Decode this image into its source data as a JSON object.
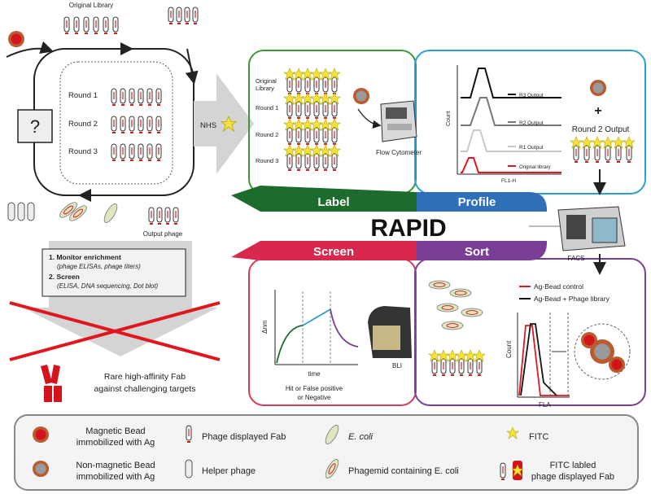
{
  "left_cycle": {
    "original_library": "Original Library",
    "rounds": [
      "Round 1",
      "Round 2",
      "Round 3"
    ],
    "question_mark": "?",
    "output_phage": "Output phage",
    "monitor_title": "1. Monitor enrichment",
    "monitor_detail": "(phage ELISAs, phage titers)",
    "screen_title": "2. Screen",
    "screen_detail": "(ELISA, DNA sequencing, Dot blot)",
    "fab_caption_line1": "Rare high-affinity Fab",
    "fab_caption_line2": "against challenging targets"
  },
  "nhs_label": "NHS",
  "rapid_title": "RAPID",
  "label_panel": {
    "band": "Label",
    "original_library": "Original",
    "original_library_2": "Library",
    "rounds": [
      "Round 1",
      "Round 2",
      "Round 3"
    ],
    "instrument": "Flow Cytometer",
    "color": "#3a9a3a",
    "band_color": "#1e6b2e"
  },
  "profile_panel": {
    "band": "Profile",
    "legend": [
      "R3 Output",
      "R2 Output",
      "R1 Output",
      "Original library"
    ],
    "ylabel": "Count",
    "xlabel": "FL1-H",
    "plus": "+",
    "round2": "Round 2 Output",
    "instrument": "FACS",
    "color": "#2a9fd6",
    "band_color": "#2f6fb7"
  },
  "screen_panel": {
    "band": "Screen",
    "ylabel": "Δnm",
    "xlabel": "time",
    "instrument": "BLI",
    "caption_line1": "Hit or False positive",
    "caption_line2": "or Negative",
    "color": "#d83a5a",
    "band_color": "#d9284d"
  },
  "sort_panel": {
    "band": "Sort",
    "legend_control": "Ag-Bead control",
    "legend_library": "Ag-Bead + Phage library",
    "ylabel": "Count",
    "xlabel": "FLA",
    "color": "#7a3d9a",
    "band_color": "#7b3e96"
  },
  "legend": {
    "magnetic_line1": "Magnetic Bead",
    "magnetic_line2": "immobilized with Ag",
    "nonmagnetic_line1": "Non-magnetic Bead",
    "nonmagnetic_line2": "immobilized with Ag",
    "phage_fab": "Phage displayed Fab",
    "helper": "Helper phage",
    "ecoli": "E. coli",
    "phagemid": "Phagemid containing E. coli",
    "fitc": "FITC",
    "fitc_lab_line1": "FITC labled",
    "fitc_lab_line2": "phage displayed Fab"
  }
}
